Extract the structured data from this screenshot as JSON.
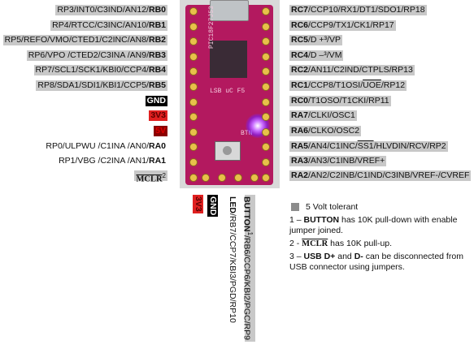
{
  "left_pins": [
    {
      "pre": "RP3/INT0/C3IND/AN12/",
      "bold": "RB0",
      "style": "grey"
    },
    {
      "pre": "RP4/RTCC/C3INC/AN10/",
      "bold": "RB1",
      "style": "grey"
    },
    {
      "pre": "RP5/REFO/VMO/CTED1/C2INC/AN8/",
      "bold": "RB2",
      "style": "grey"
    },
    {
      "pre": "RP6/VPO /CTED2/C3INA /AN9/",
      "bold": "RB3",
      "style": "grey"
    },
    {
      "pre": "RP7/SCL1/SCK1/KBI0/CCP4/",
      "bold": "RB4",
      "style": "grey"
    },
    {
      "pre": "RP8/SDA1/SDI1/KBI1/CCP5/",
      "bold": "RB5",
      "style": "grey"
    },
    {
      "pre": "",
      "bold": "GND",
      "style": "black"
    },
    {
      "pre": "",
      "bold": "3V3",
      "style": "red"
    },
    {
      "pre": "",
      "bold": "5V",
      "style": "dred"
    },
    {
      "pre": "RP0/ULPWU /C1INA /AN0/",
      "bold": "RA0",
      "style": "plain"
    },
    {
      "pre": "RP1/VBG /C2INA /AN1/",
      "bold": "RA1",
      "style": "plain"
    }
  ],
  "mclr_label": "MCLR",
  "mclr_sup": "2",
  "right_pins": [
    {
      "bold": "RC7",
      "post": "/CCP10/RX1/DT1/SDO1/RP18",
      "style": "grey"
    },
    {
      "bold": "RC6",
      "post": "/CCP9/TX1/CK1/RP17",
      "style": "grey"
    },
    {
      "bold": "RC5",
      "post": "/D +³/VP",
      "style": "grey"
    },
    {
      "bold": "RC4",
      "post": "/D –³/VM",
      "style": "grey"
    },
    {
      "bold": "RC2",
      "post": "/AN11/C2IND/CTPLS/RP13",
      "style": "grey"
    },
    {
      "bold": "RC1",
      "post": "/CCP8/T1OSI/",
      "ov": "UOE",
      "post2": "/RP12",
      "style": "grey"
    },
    {
      "bold": "RC0",
      "post": "/T1OSO/T1CKI/RP11",
      "style": "grey"
    },
    {
      "bold": "RA7",
      "post": "/CLKI/OSC1",
      "style": "grey"
    },
    {
      "bold": "RA6",
      "post": "/CLKO/OSC2",
      "style": "grey"
    },
    {
      "bold": "RA5",
      "post": "/AN4/C1INC/",
      "ov": "SS1",
      "post2": "/HLVDIN/RCV/RP2",
      "style": "grey"
    },
    {
      "bold": "RA3",
      "post": "/AN3/C1INB/VREF+",
      "style": "grey"
    },
    {
      "bold": "RA2",
      "post": "/AN2/C2INB/C1IND/C3INB/VREF-/CVREF",
      "style": "grey"
    }
  ],
  "bottom_pins": [
    {
      "text": "3V3",
      "style": "red"
    },
    {
      "text": "GND",
      "style": "black"
    },
    {
      "bold": "LED",
      "post": "/RB7/CCP7/KBI3/PGD/RP10",
      "style": "plain"
    },
    {
      "bold": "BUTTON",
      "sup": "1",
      "post": "/RB6/CCP6/KBI2/PGC/RP9",
      "style": "grey"
    }
  ],
  "board_silk": {
    "top": "PIC18F27J53",
    "mid": "LSB uC F5",
    "btn": "BTN"
  },
  "legend": {
    "swatch_label": "5 Volt tolerant",
    "swatch_color": "#8c8c8c",
    "note1_num": "1 – ",
    "note1_bold": "BUTTON",
    "note1_text": " has 10K pull-down with enable",
    "note1_line2": "jumper joined.",
    "note2_num": "2 - ",
    "note2_bold": "MCLR",
    "note2_text": " has 10K pull-up.",
    "note3_num": "3 – ",
    "note3_bold": "USB D+",
    "note3_mid": " and ",
    "note3_bold2": "D-",
    "note3_text": " can be disconnected from",
    "note3_line2": "USB connector using jumpers."
  }
}
